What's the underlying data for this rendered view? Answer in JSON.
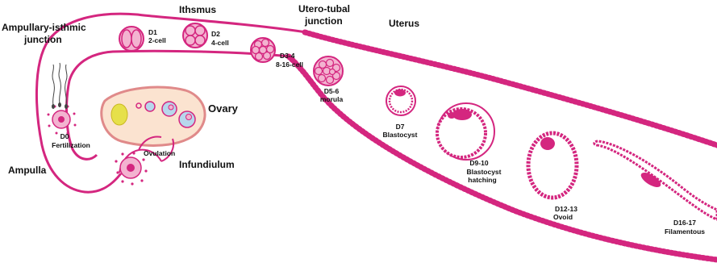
{
  "colors": {
    "magenta": "#d4267f",
    "pink_light": "#f3b3d0",
    "ovary_fill": "#fbe3d0",
    "ovary_stroke": "#e08a8a",
    "follicle_blue": "#b7d7ec",
    "corpus_yellow": "#e6e04a",
    "text": "#111111"
  },
  "regions": {
    "ampullary_isthmic": [
      "Ampullary-isthmic",
      "junction"
    ],
    "isthmus": "Ithsmus",
    "utero_tubal": [
      "Utero-tubal",
      "junction"
    ],
    "uterus": "Uterus",
    "ampulla": "Ampulla",
    "infundibulum": "Infundiulum",
    "ovary": "Ovary"
  },
  "stages": {
    "d0": [
      "D0",
      "Fertilization"
    ],
    "ovulation": "Ovulation",
    "d1": [
      "D1",
      "2-cell"
    ],
    "d2": [
      "D2",
      "4-cell"
    ],
    "d3_4": [
      "D3-4",
      "8-16-cell"
    ],
    "d5_6": [
      "D5-6",
      "morula"
    ],
    "d7": [
      "D7",
      "Blastocyst"
    ],
    "d9_10": [
      "D9-10",
      "Blastocyst",
      "hatching"
    ],
    "d12_13": [
      "D12-13",
      "Ovoid"
    ],
    "d16_17": [
      "D16-17",
      "Filamentous"
    ]
  }
}
